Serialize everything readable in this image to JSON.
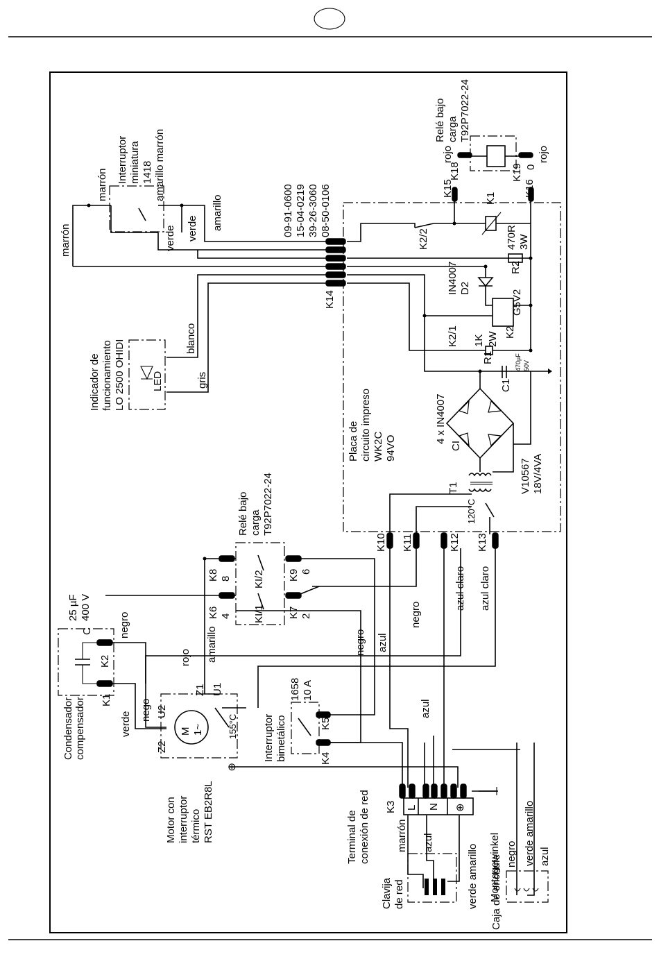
{
  "header": {
    "page_marker": ""
  },
  "labels": {
    "condensador_title": [
      "Condensador",
      "compensador"
    ],
    "condensador_value": [
      "25 µF",
      "400 V"
    ],
    "condensador_c": "C",
    "condensador_k1": "K1",
    "condensador_k2": "K2",
    "motor_title": [
      "Motor con",
      "interruptor",
      "térmico",
      "RST EB2R8L"
    ],
    "motor_symbol_m": "M",
    "motor_symbol_ac": "1~",
    "motor_z1": "Z1",
    "motor_z2": "Z2",
    "motor_u1": "U1",
    "motor_u2": "U2",
    "motor_thermal": "155°C",
    "bimetal_title": [
      "Interruptor",
      "bimetálico"
    ],
    "bimetal_value": [
      "1658",
      "10 A"
    ],
    "bimetal_k4": "K4",
    "bimetal_k5": "K5",
    "relay_left_title": [
      "Relé bajo",
      "carga",
      "T92P7022-24"
    ],
    "relay_left_k6": "K6",
    "relay_left_k7": "K7",
    "relay_left_k8": "K8",
    "relay_left_k9": "K9",
    "relay_left_n4": "4",
    "relay_left_n2": "2",
    "relay_left_n8": "8",
    "relay_left_n6": "6",
    "relay_left_k11": "KI/1",
    "relay_left_k12": "KI/2",
    "indicator_title": [
      "Indicador de",
      "funcionamiento",
      "LO 2500 OHIDI"
    ],
    "indicator_led": "LED",
    "switch_title": [
      "Interruptor",
      "miniatura",
      "1418"
    ],
    "switch_colors": "amarillo marrón",
    "pcb_title": [
      "Placa de",
      "circuito impreso",
      "WK2C",
      "94VO"
    ],
    "pcb_codes": [
      "09-91-0600",
      "15-04-0219",
      "39-26-3060",
      "08-50-0106"
    ],
    "pcb_k14": "K14",
    "pcb_k15": "K15",
    "pcb_k16": "K16",
    "pcb_k10": "K10",
    "pcb_k11": "K11",
    "pcb_k12": "K12",
    "pcb_k13": "K13",
    "pcb_k1": "K1",
    "pcb_k2": "K2",
    "pcb_k21": "K2/1",
    "pcb_k22": "K2/2",
    "pcb_d2": [
      "IN4007",
      "D2"
    ],
    "pcb_r2": [
      "470R",
      "R2",
      "3W"
    ],
    "pcb_g5v2": "G5V2",
    "pcb_r1": [
      "1K",
      "R1",
      "2W"
    ],
    "pcb_c1": "C1",
    "pcb_c1_value": [
      "470µF",
      "50V"
    ],
    "pcb_bridge": "4 x IN4007",
    "pcb_c1_bridge": "CI",
    "pcb_t1": "T1",
    "pcb_transformer": [
      "V10567",
      "18V/4VA"
    ],
    "pcb_thermal": "120°C",
    "relay_right_title": [
      "Relé bajo",
      "carga",
      "T92P7022-24"
    ],
    "relay_right_k18": "K18",
    "relay_right_k19": "K19",
    "relay_right_n0": "0",
    "terminal_title": [
      "Terminal de",
      "conexión de red"
    ],
    "terminal_k3": "K3",
    "terminal_l": "L",
    "terminal_n": "N",
    "terminal_pe": "⊕",
    "plug_title": [
      "Clavija",
      "de red"
    ],
    "montage": "Montagewinkel",
    "socket_title": "Caja de enchufe",
    "wire": {
      "marron": "marrón",
      "verde": "verde",
      "amarillo": "amarillo",
      "blanco": "blanco",
      "gris": "gris",
      "negro": "negro",
      "rojo": "rojo",
      "azul": "azul",
      "azul_claro": "azul claro",
      "verde_amarillo": "verde amarillo",
      "negro_ii": "negro",
      "nego": "nego"
    }
  }
}
